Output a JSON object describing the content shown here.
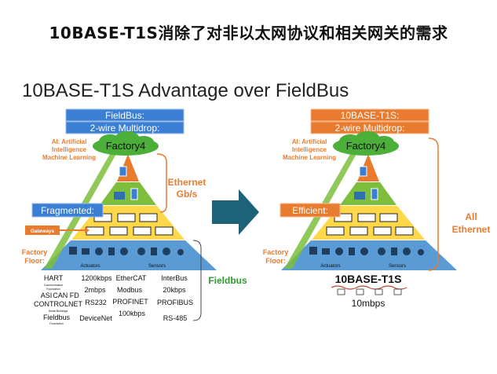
{
  "headline": "10BASE-T1S消除了对非以太网协议和相关网关的需求",
  "slide_title": "10BASE-T1S Advantage over FieldBus",
  "left": {
    "header_line1": "FieldBus:",
    "header_line2": "2-wire Multidrop:",
    "ai_label": [
      "AI: Artificial",
      "Intelligence",
      "Machine Learning"
    ],
    "factory_label": "Factory4",
    "state_label": "Fragmented:",
    "gateways_label": "Gateways",
    "floor_label": [
      "Factory",
      "Floor:"
    ],
    "actuators": "Actuators",
    "sensors": "Sensors",
    "ethernet_label": [
      "Ethernet",
      "Gb/s"
    ],
    "fieldbus_label": "Fieldbus",
    "protocols": [
      {
        "main": "HART",
        "sub": [
          "Communication",
          "Foundation"
        ]
      },
      {
        "main": "1200kbps"
      },
      {
        "main": "EtherCAT"
      },
      {
        "main": "InterBus"
      },
      {
        "main": "ASI"
      },
      {
        "main": "CAN FD"
      },
      {
        "main": "2mbps"
      },
      {
        "main": "Modbus"
      },
      {
        "main": "20kbps"
      },
      {
        "main": "CONTROLNET",
        "sub": [
          "Smart Buildings"
        ]
      },
      {
        "main": "RS232"
      },
      {
        "main": "PROFINET"
      },
      {
        "main": "PROFIBUS"
      },
      {
        "main": "Fieldbus",
        "sub": [
          "Foundation"
        ]
      },
      {
        "main": "DeviceNet"
      },
      {
        "main": "100kbps"
      },
      {
        "main": "RS-485"
      }
    ]
  },
  "right": {
    "header_line1": "10BASE-T1S:",
    "header_line2": "2-wire Multidrop:",
    "ai_label": [
      "AI: Artificial",
      "Intelligence",
      "Machine Learning"
    ],
    "factory_label": "Factory4",
    "state_label": "Efficient:",
    "floor_label": [
      "Factory",
      "Floor:"
    ],
    "actuators": "Actuators",
    "sensors": "Sensors",
    "all_ethernet": [
      "All",
      "Ethernet"
    ],
    "standard": "10BASE-T1S",
    "speed": "10mbps"
  },
  "colors": {
    "blue": "#3b7fd4",
    "orange": "#e97b2f",
    "yellow": "#ffd84a",
    "green": "#7dbe3c",
    "sky": "#5b9bd5",
    "arrow": "#1c6378",
    "cloud": "#4caf3a",
    "ethernet_text": "#e97b2f",
    "fieldbus_text": "#2e9a2e"
  }
}
